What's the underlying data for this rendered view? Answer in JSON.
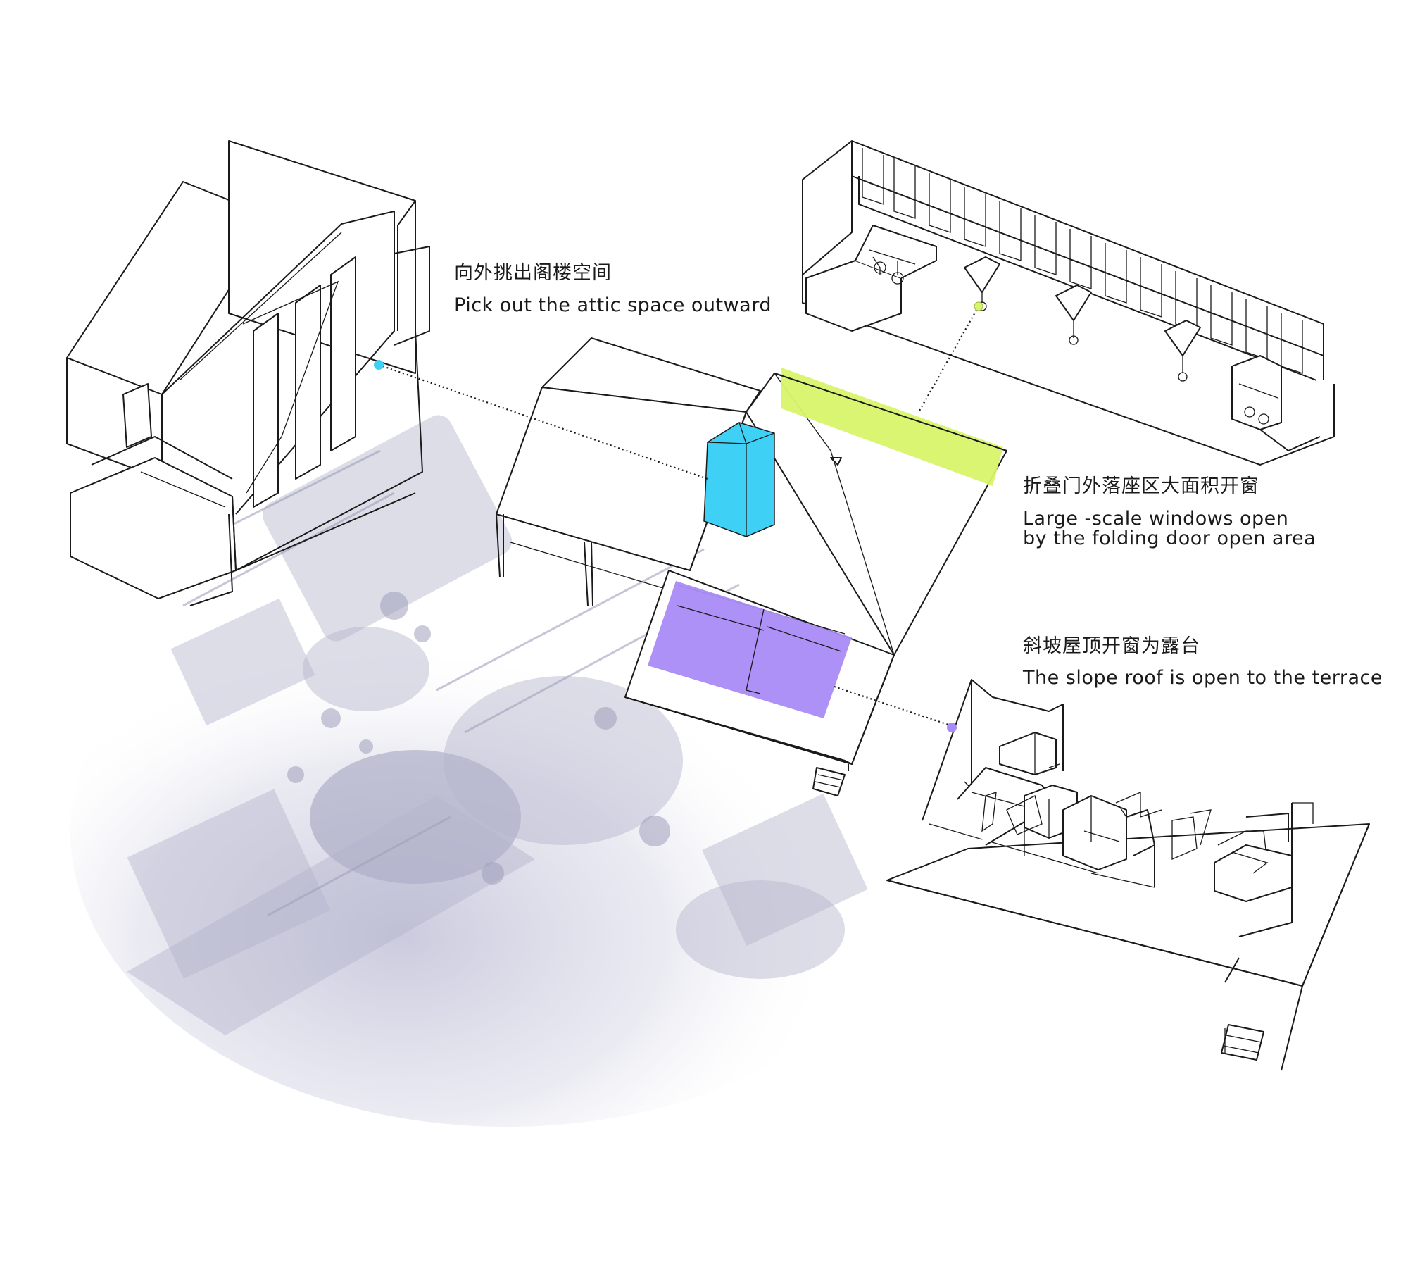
{
  "annotations": {
    "attic": {
      "zh": "向外挑出阁楼空间",
      "en": "Pick out the attic space outward"
    },
    "windows": {
      "zh": "折叠门外落座区大面积开窗",
      "en_line1": "Large -scale windows open",
      "en_line2": "by the folding door open area"
    },
    "terrace": {
      "zh": "斜坡屋顶开窗为露台",
      "en": "The slope roof is open to the terrace"
    }
  },
  "colors": {
    "attic_accent": "#3ed0f5",
    "windows_accent": "#d8f46a",
    "terrace_accent": "#a98bf7",
    "line": "#1a1a1a",
    "ghost_background": "#b3b3cc"
  }
}
